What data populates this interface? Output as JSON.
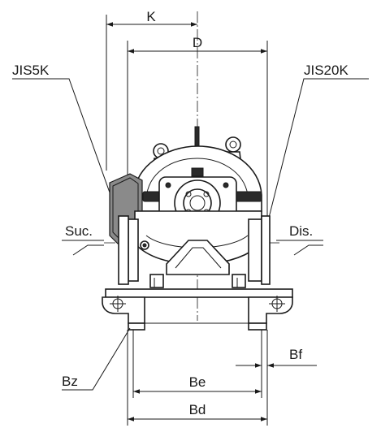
{
  "labels": {
    "K": "K",
    "D": "D",
    "jis_left": "JIS5K",
    "jis_right": "JIS20K",
    "suction": "Suc.",
    "discharge": "Dis.",
    "Bf": "Bf",
    "Bz": "Bz",
    "Be": "Be",
    "Bd": "Bd"
  }
}
